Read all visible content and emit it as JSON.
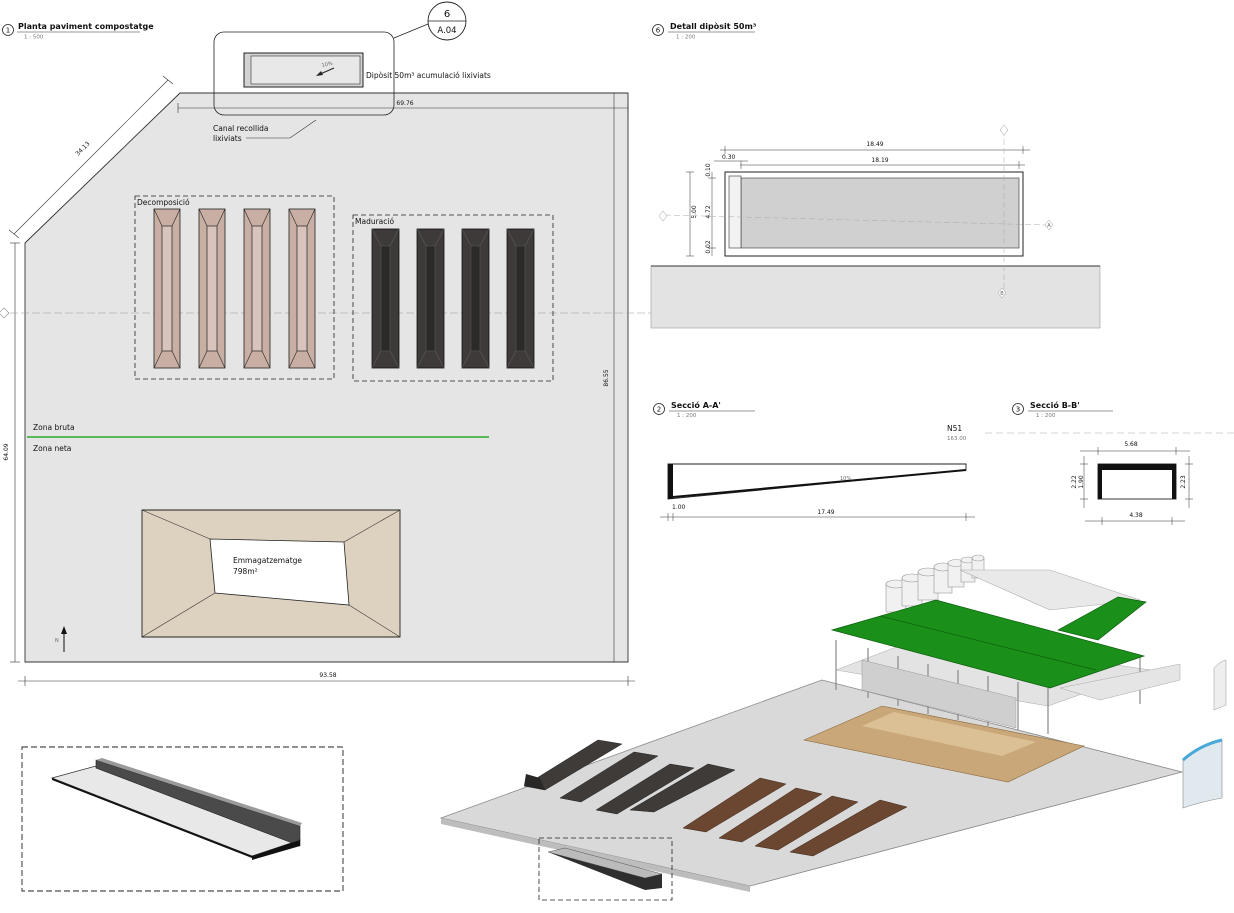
{
  "views": {
    "plan": {
      "number": "1",
      "title": "Planta paviment compostatge",
      "scale": "1 : 500"
    },
    "section_aa": {
      "number": "2",
      "title": "Secció A-A'",
      "scale": "1 : 200"
    },
    "section_bb": {
      "number": "3",
      "title": "Secció B-B'",
      "scale": "1 : 200"
    },
    "detail": {
      "number": "6",
      "title": "Detall dipòsit 50m³",
      "scale": "1 : 200"
    }
  },
  "callout": {
    "number": "6",
    "sheet": "A.04"
  },
  "plan": {
    "tank_label": "Dipòsit 50m³ acumulació lixiviats",
    "tank_slope": "10%",
    "channel_label_1": "Canal recollida",
    "channel_label_2": "lixiviats",
    "zone_decomposition": "Decomposició",
    "zone_maturation": "Maduració",
    "zone_dirty": "Zona bruta",
    "zone_clean": "Zona neta",
    "storage_label_1": "Emmagatzematge",
    "storage_label_2": "798m²",
    "section_marker": "A",
    "north_label": "N",
    "colors": {
      "decomposition": "#c9aea4",
      "maturation": "#3d3a39",
      "zone_line": "#2eaa2e",
      "storage": "#ddd2bf",
      "pavement": "#e5e5e5"
    }
  },
  "dimensions": {
    "plan_top": "69.76",
    "plan_diag": "34.13",
    "plan_left": "64.09",
    "plan_right": "86.55",
    "plan_bottom": "93.58",
    "detail_outer": "18.49",
    "detail_inner": "18.19",
    "detail_wall": "0.30",
    "detail_h_total": "5.00",
    "detail_h_inner": "4.72",
    "detail_h_top": "0.10",
    "detail_h_bottom": "0.02",
    "aa_wall": "1.00",
    "aa_length": "17.49",
    "aa_slope": "10%",
    "bb_top": "5.68",
    "bb_bottom": "4.38",
    "bb_left_1": "2.22",
    "bb_left_2": "1.90",
    "bb_right": "2.23"
  },
  "level": {
    "name": "N51",
    "value": "163.00"
  },
  "detail_markers": {
    "a": "A",
    "b": "B"
  },
  "model_colors": {
    "roof": "#1a8f1a",
    "windrow_dark": "#3e3b39",
    "windrow_brown": "#6b4630",
    "storage_heap": "#c9a778"
  }
}
